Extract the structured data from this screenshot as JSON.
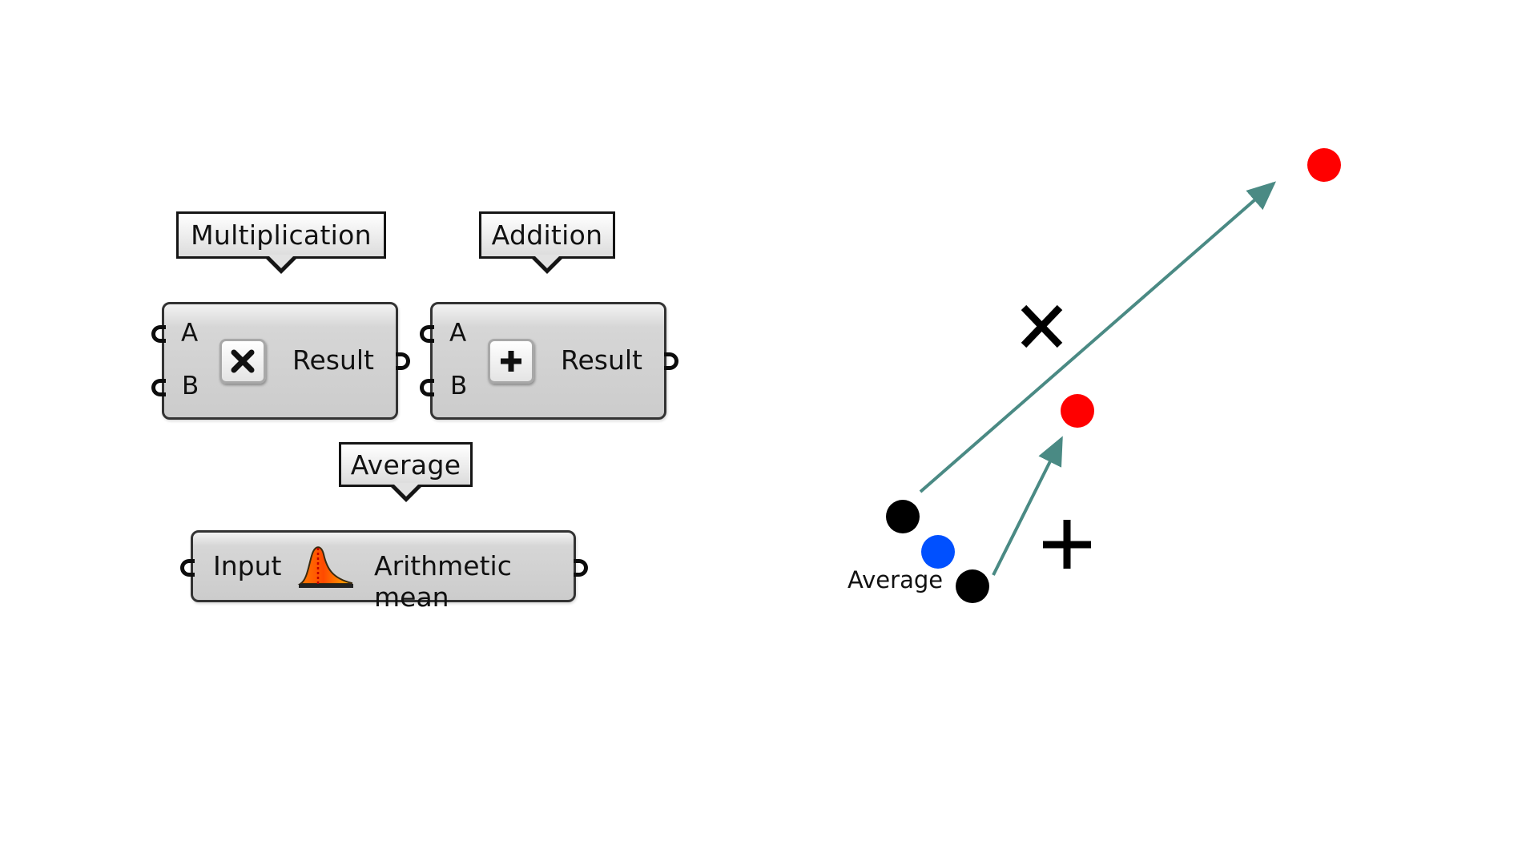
{
  "components": {
    "multiplication": {
      "tooltip": "Multiplication",
      "input_a": "A",
      "input_b": "B",
      "output": "Result",
      "icon": "multiply-icon"
    },
    "addition": {
      "tooltip": "Addition",
      "input_a": "A",
      "input_b": "B",
      "output": "Result",
      "icon": "plus-icon"
    },
    "average": {
      "tooltip": "Average",
      "input": "Input",
      "output": "Arithmetic mean",
      "icon": "bell-curve-icon"
    }
  },
  "diagram": {
    "average_label": "Average",
    "colors": {
      "input_point": "#000000",
      "result_point": "#ff0000",
      "average_point": "#0050ff",
      "vector": "#4a8a84"
    },
    "symbols": {
      "multiply": "multiply-icon",
      "add": "plus-icon"
    }
  }
}
